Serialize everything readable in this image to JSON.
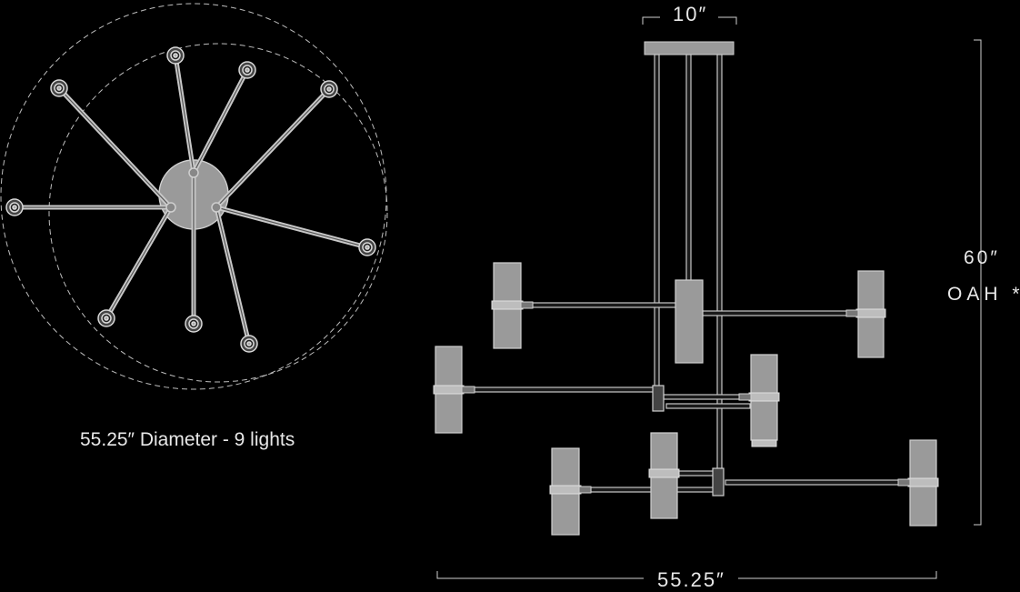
{
  "plan_view": {
    "caption": "55.25″ Diameter - 9 lights",
    "light_count": 9
  },
  "elevation": {
    "canopy_width": "10″",
    "overall_height": "60″",
    "overall_height_note": "OAH *",
    "overall_width": "55.25″"
  },
  "colors": {
    "background": "#000000",
    "line": "#bdbdbd",
    "fill": "#9a9a9a"
  }
}
